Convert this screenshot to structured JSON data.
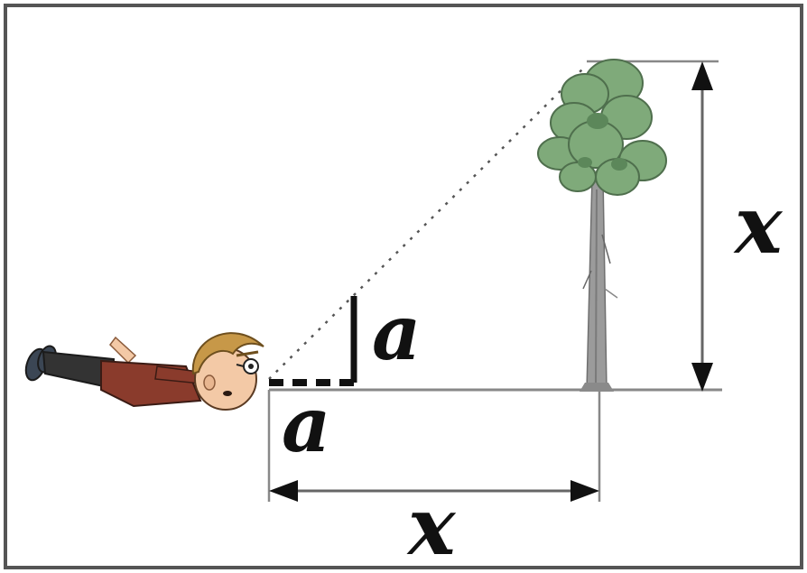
{
  "labels": {
    "small_vertical": "a",
    "small_horizontal": "a",
    "tree_height": "x",
    "ground_distance": "x"
  },
  "colors": {
    "frame": "#555555",
    "ground_line": "#888888",
    "dimension_line": "#666666",
    "sight_line": "#555555",
    "tree_foliage": "#7faa7a",
    "tree_foliage_dark": "#5c875a",
    "tree_trunk": "#9b9b9b",
    "person_shirt": "#8a3b2c",
    "person_pants": "#333333",
    "person_skin": "#f3c9a6",
    "person_hair": "#c79848",
    "set_square": "#111111"
  },
  "icons": {
    "person": "person-lying-icon",
    "tree": "tree-icon",
    "set_square": "set-square-icon"
  }
}
